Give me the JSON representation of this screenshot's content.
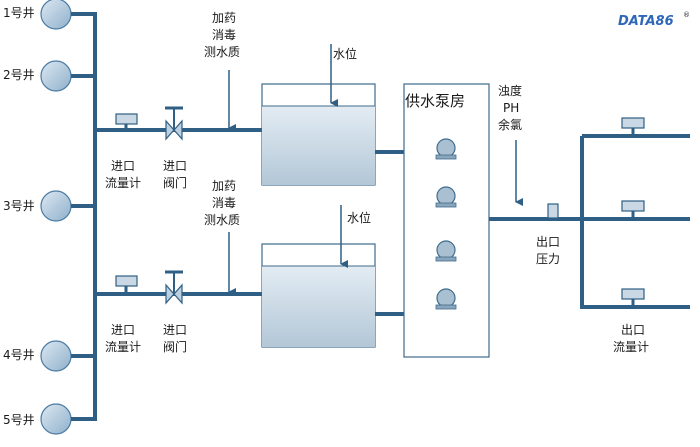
{
  "logo": {
    "text": "DATA86",
    "mark": "®"
  },
  "wells": [
    "1号井",
    "2号井",
    "3号井",
    "4号井",
    "5号井"
  ],
  "branch_top": {
    "dosing": [
      "加药",
      "消毒",
      "测水质"
    ],
    "flowmeter": [
      "进口",
      "流量计"
    ],
    "valve": [
      "进口",
      "阀门"
    ],
    "level": "水位"
  },
  "branch_bottom": {
    "dosing": [
      "加药",
      "消毒",
      "测水质"
    ],
    "flowmeter": [
      "进口",
      "流量计"
    ],
    "valve": [
      "进口",
      "阀门"
    ],
    "level": "水位"
  },
  "pump_house": "供水泵房",
  "quality": [
    "浊度",
    "PH",
    "余氯"
  ],
  "outlet_pressure": [
    "出口",
    "压力"
  ],
  "outlet_flowmeter": [
    "出口",
    "流量计"
  ],
  "colors": {
    "pipe": "#2f5f84",
    "well_fill": "#a9c4da",
    "well_stroke": "#4a7aa0",
    "tank_fill": "#c7d6e2",
    "tank_stroke": "#3e6b8c",
    "pump_fill": "#9fb6c9"
  }
}
